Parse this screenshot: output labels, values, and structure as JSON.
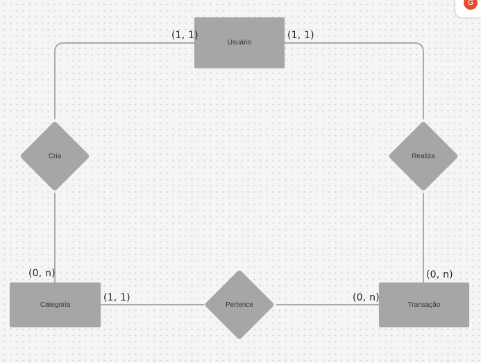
{
  "diagram": {
    "entities": {
      "usuario": "Usuário",
      "categoria": "Categoria",
      "transacao": "Transação"
    },
    "relationships": {
      "cria": "Cria",
      "realiza": "Realiza",
      "pertence": "Pertence"
    },
    "cardinalities": {
      "usuario_left": "(1, 1)",
      "usuario_right": "(1, 1)",
      "categoria_top": "(0, n)",
      "transacao_top": "(0, n)",
      "categoria_right": "(1, 1)",
      "transacao_left": "(0, n)"
    }
  },
  "user": {
    "avatar_initial": "G",
    "avatar_color": "#ea4a2d"
  }
}
